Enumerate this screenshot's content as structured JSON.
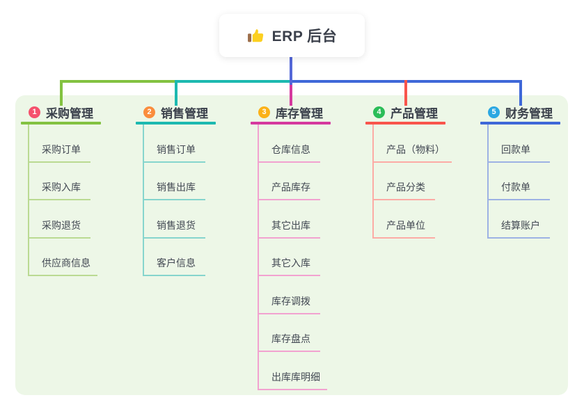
{
  "root": {
    "icon": "thumbs-up-icon",
    "title": "ERP 后台",
    "drop_color": "#5468d8"
  },
  "colors": {
    "page_bg": "#ffffff",
    "panel_bg": "#edf7e7",
    "root_card_bg": "#ffffff",
    "root_text": "#3b404b",
    "branch_label_text": "#3a404b",
    "child_text": "#424853"
  },
  "branches": [
    {
      "number": "1",
      "label": "采购管理",
      "badge_color": "#f5516c",
      "line_color": "#83c241",
      "child_line_color": "#bada92",
      "children": [
        "采购订单",
        "采购入库",
        "采购退货",
        "供应商信息"
      ]
    },
    {
      "number": "2",
      "label": "销售管理",
      "badge_color": "#fa8d3d",
      "line_color": "#1db9b0",
      "child_line_color": "#86d5cd",
      "children": [
        "销售订单",
        "销售出库",
        "销售退货",
        "客户信息"
      ]
    },
    {
      "number": "3",
      "label": "库存管理",
      "badge_color": "#fbb118",
      "line_color": "#d5399e",
      "child_line_color": "#f2a2d0",
      "children": [
        "仓库信息",
        "产品库存",
        "其它出库",
        "其它入库",
        "库存调拨",
        "库存盘点",
        "出库库明细"
      ]
    },
    {
      "number": "4",
      "label": "产品管理",
      "badge_color": "#2bbd58",
      "line_color": "#f8554c",
      "child_line_color": "#fcaba5",
      "children": [
        "产品（物料）",
        "产品分类",
        "产品单位"
      ]
    },
    {
      "number": "5",
      "label": "财务管理",
      "badge_color": "#2ba7e2",
      "line_color": "#3f68d8",
      "child_line_color": "#9db2e4",
      "children": [
        "回款单",
        "付款单",
        "结算账户"
      ]
    }
  ]
}
